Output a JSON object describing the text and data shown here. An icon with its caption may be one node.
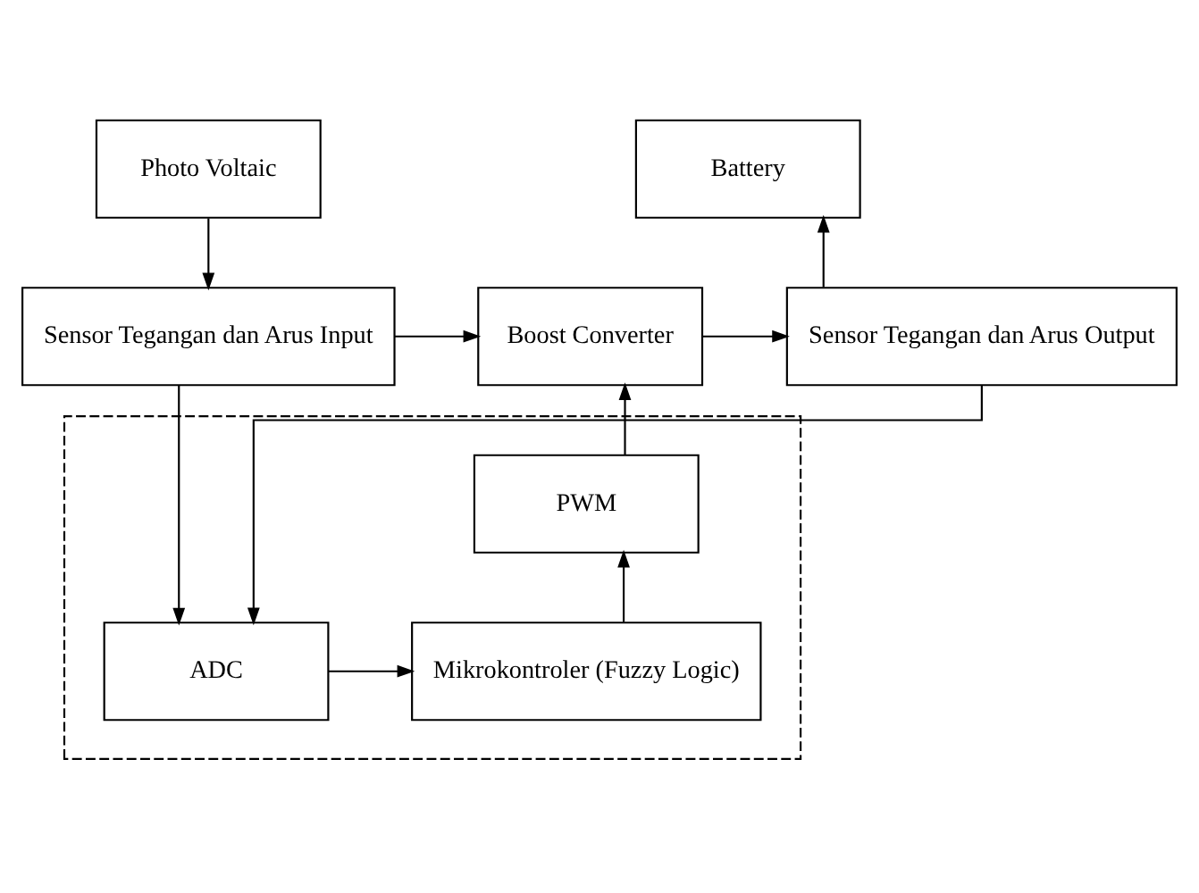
{
  "diagram": {
    "nodes": [
      {
        "text": [
          "Photo Voltaic"
        ]
      },
      {
        "text": [
          "Sensor Tegangan dan Arus Input"
        ]
      },
      {
        "text": [
          "Boost Converter"
        ]
      },
      {
        "text": [
          "Sensor Tegangan dan Arus Output"
        ]
      },
      {
        "text": [
          "Battery"
        ]
      },
      {
        "text": [],
        "shape": "box"
      },
      {
        "text": [
          "PWM"
        ],
        "in": 5
      },
      {
        "text": [
          "Mikrokontroler (Fuzzy Logic)"
        ],
        "in": 5
      },
      {
        "text": [
          "ADC"
        ],
        "in": 5
      }
    ],
    "edges": [
      {
        "from": 0,
        "to": 1,
        "arrow": "to"
      },
      {
        "from": 1,
        "to": 2,
        "arrow": "to"
      },
      {
        "from": 2,
        "to": 3,
        "arrow": "to"
      },
      {
        "from": 3,
        "to": 4,
        "arrow": "to"
      },
      {
        "from": 1,
        "to": 8,
        "arrow": "to"
      },
      {
        "from": 3,
        "to": 8,
        "arrow": "to"
      },
      {
        "from": 8,
        "to": 7,
        "arrow": "to"
      },
      {
        "from": 7,
        "to": 6,
        "arrow": "to"
      },
      {
        "from": 6,
        "to": 2,
        "arrow": "to"
      }
    ]
  }
}
